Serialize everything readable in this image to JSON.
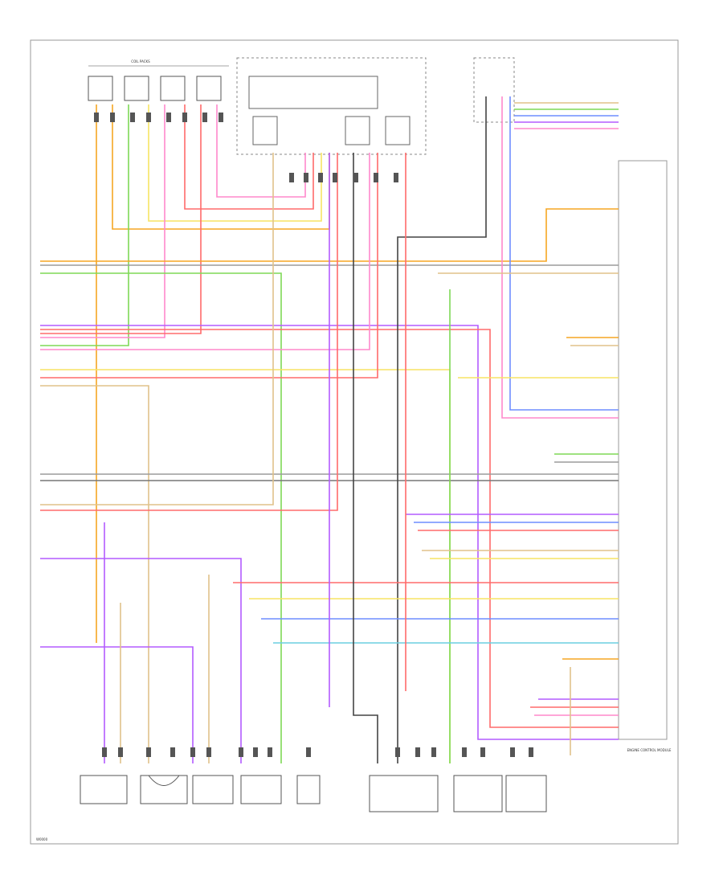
{
  "top_label": "COIL PACKS",
  "bottom_right_label": "ENGINE CONTROL MODULE",
  "footer_code": "W0000",
  "colors": {
    "orange": "#f5a623",
    "red": "#ff6b6b",
    "pink": "#ff88cc",
    "green": "#7ed957",
    "yellow": "#f7e463",
    "purple": "#b35cff",
    "gray": "#9b9b9b",
    "blue": "#6f8dff",
    "black": "#444444",
    "tan": "#e0c28a",
    "darkred": "#d94848",
    "cyan": "#6ccfe0"
  }
}
